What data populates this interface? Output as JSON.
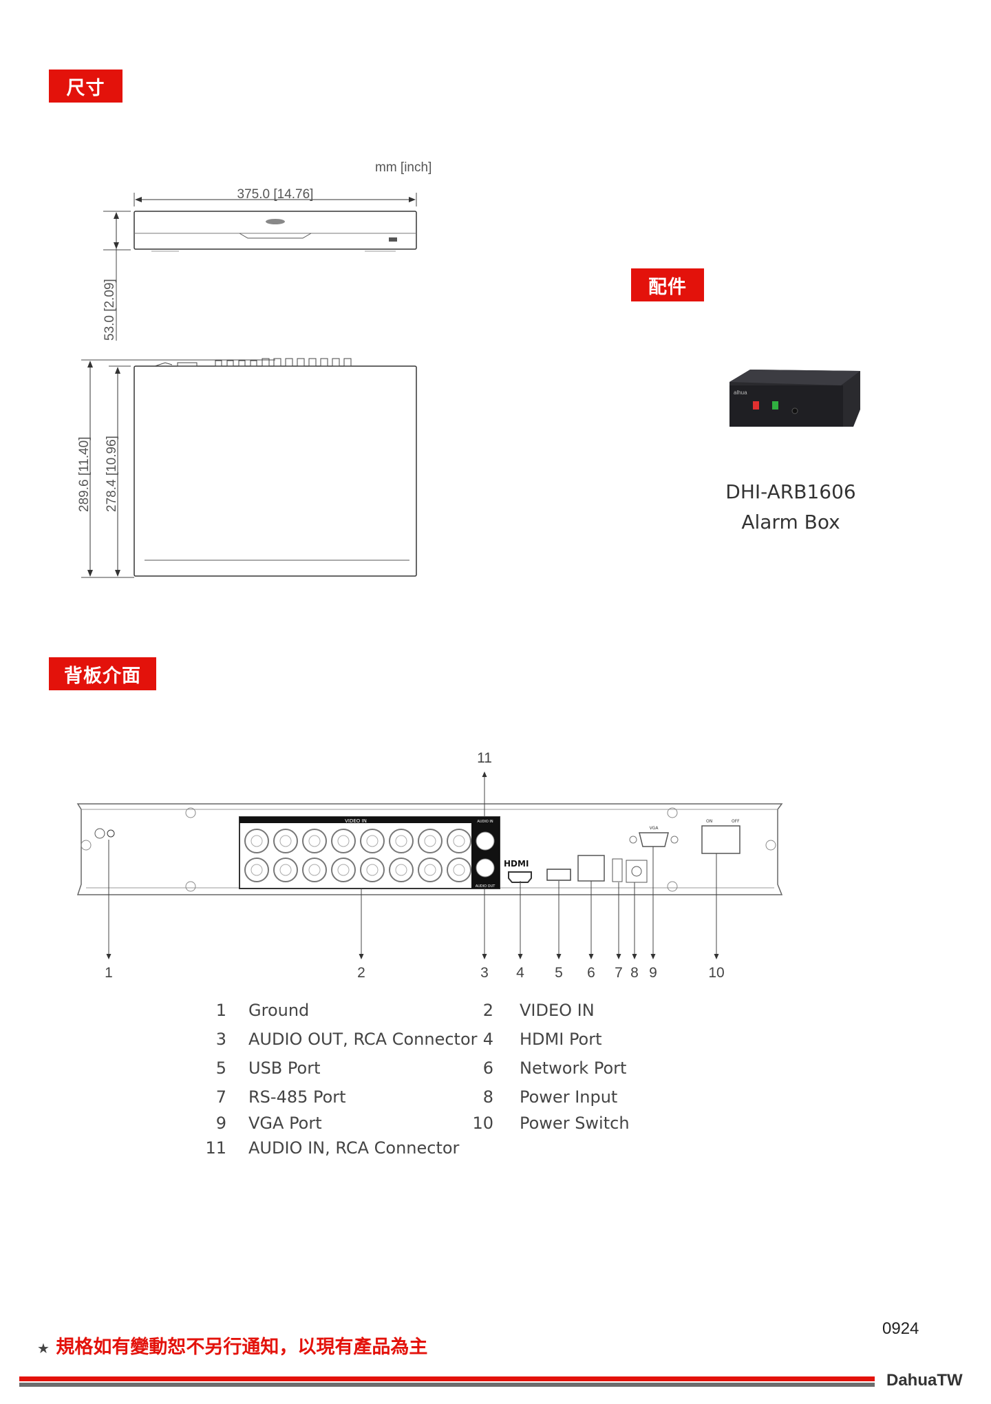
{
  "sections": {
    "dimensions_title": "尺寸",
    "accessories_title": "配件",
    "rear_panel_title": "背板介面"
  },
  "dimensions": {
    "unit_label": "mm [inch]",
    "width": "375.0  [14.76]",
    "height": "53.0  [2.09]",
    "depth_total": "289.6  [11.40]",
    "depth_body": "278.4  [10.96]"
  },
  "accessory": {
    "model": "DHI-ARB1606",
    "name": "Alarm Box"
  },
  "rear_panel": {
    "callouts": [
      "1",
      "2",
      "3",
      "4",
      "5",
      "6",
      "7",
      "8",
      "9",
      "10",
      "11"
    ],
    "panel_labels": {
      "video_in": "VIDEO IN",
      "audio_in": "AUDIO IN",
      "audio_out": "AUDIO OUT",
      "vga": "VGA",
      "on": "ON",
      "off": "OFF",
      "hdmi": "HDMI"
    },
    "legend": [
      {
        "num": "1",
        "label": "Ground"
      },
      {
        "num": "2",
        "label": "VIDEO IN"
      },
      {
        "num": "3",
        "label": "AUDIO OUT, RCA Connector"
      },
      {
        "num": "4",
        "label": "HDMI Port"
      },
      {
        "num": "5",
        "label": "USB Port"
      },
      {
        "num": "6",
        "label": "Network Port"
      },
      {
        "num": "7",
        "label": "RS-485 Port"
      },
      {
        "num": "8",
        "label": "Power Input"
      },
      {
        "num": "9",
        "label": "VGA Port"
      },
      {
        "num": "10",
        "label": "Power Switch"
      },
      {
        "num": "11",
        "label": "AUDIO IN, RCA Connector"
      }
    ]
  },
  "footer": {
    "star": "★",
    "notice": "規格如有變動恕不另行通知，以現有產品為主",
    "code": "0924",
    "brand": "DahuaTW"
  },
  "colors": {
    "accent": "#e3120b",
    "gray_line": "#6d6d6d"
  }
}
